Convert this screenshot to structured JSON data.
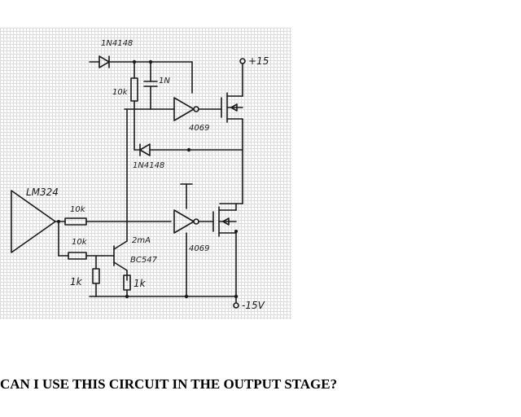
{
  "labels": {
    "d1_part": "1N4148",
    "d2_part": "1N4148",
    "r_top": "10k",
    "c_top": "1N",
    "gate_top": "4069",
    "gate_bottom": "4069",
    "v_pos": "+15",
    "v_neg": "-15V",
    "opamp": "LM324",
    "r_in1": "10k",
    "r_in2": "10k",
    "current": "2mA",
    "transistor": "BC547",
    "r_e1": "1k",
    "r_e2": "1k"
  },
  "question": "CAN I USE THIS CIRCUIT IN THE OUTPUT STAGE?"
}
